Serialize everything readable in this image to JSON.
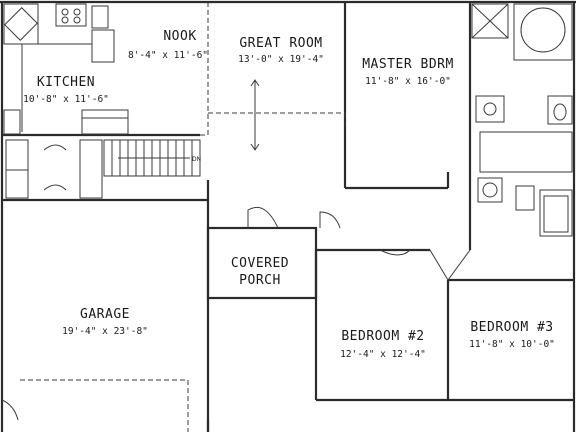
{
  "rooms": {
    "nook": {
      "name": "NOOK",
      "dims": "8'-4\" x 11'-6\""
    },
    "great_room": {
      "name": "GREAT ROOM",
      "dims": "13'-0\" x 19'-4\""
    },
    "master": {
      "name": "MASTER BDRM",
      "dims": "11'-8\" x 16'-0\""
    },
    "kitchen": {
      "name": "KITCHEN",
      "dims": "10'-8\" x 11'-6\""
    },
    "porch": {
      "name_line1": "COVERED",
      "name_line2": "PORCH"
    },
    "garage": {
      "name": "GARAGE",
      "dims": "19'-4\" x 23'-8\""
    },
    "bedroom2": {
      "name": "BEDROOM #2",
      "dims": "12'-4\" x 12'-4\""
    },
    "bedroom3": {
      "name": "BEDROOM #3",
      "dims": "11'-8\" x 10'-0\""
    }
  },
  "stair": {
    "label": "DN"
  },
  "colors": {
    "line": "#2b2b2b",
    "background": "#ffffff"
  }
}
